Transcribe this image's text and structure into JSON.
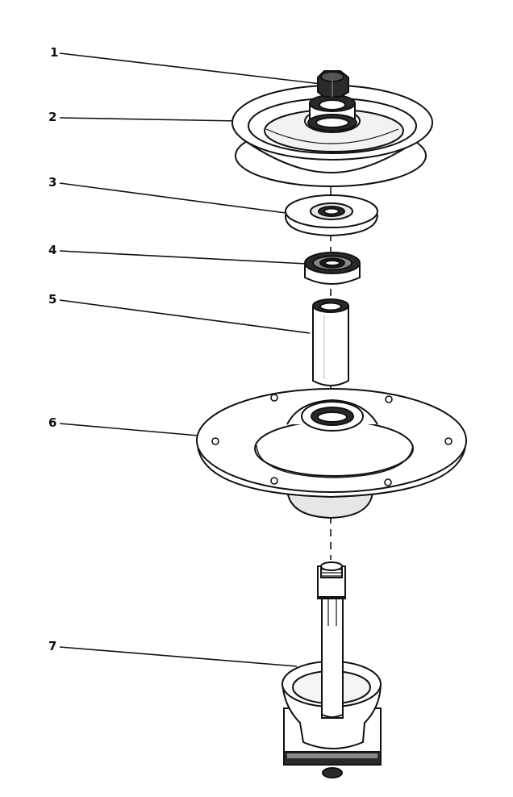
{
  "diagram": {
    "callouts": [
      {
        "id": 1,
        "label": "1"
      },
      {
        "id": 2,
        "label": "2"
      },
      {
        "id": 3,
        "label": "3"
      },
      {
        "id": 4,
        "label": "4"
      },
      {
        "id": 5,
        "label": "5"
      },
      {
        "id": 6,
        "label": "6"
      },
      {
        "id": 7,
        "label": "7"
      }
    ],
    "colors": {
      "ink": "#111111",
      "paper": "#ffffff",
      "shade": "#d8d8d8",
      "dark": "#2a2a2a"
    }
  }
}
